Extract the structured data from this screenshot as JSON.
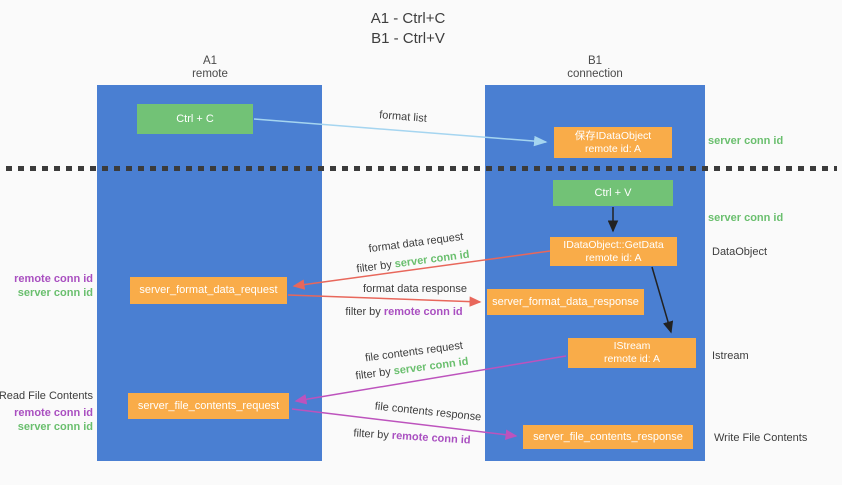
{
  "title": [
    "A1 - Ctrl+C",
    "B1 - Ctrl+V"
  ],
  "lanes": [
    {
      "name": "A1",
      "role": "remote"
    },
    {
      "name": "B1",
      "role": "connection"
    }
  ],
  "nodes": {
    "ctrl_c": {
      "label": "Ctrl + C"
    },
    "save_idataobject": {
      "title": "保存IDataObject",
      "subtitle": "remote id: A"
    },
    "ctrl_v": {
      "label": "Ctrl + V"
    },
    "getdata": {
      "title": "IDataObject::GetData",
      "subtitle": "remote id: A"
    },
    "server_format_data_request": {
      "label": "server_format_data_request"
    },
    "server_format_data_response": {
      "label": "server_format_data_response"
    },
    "istream": {
      "title": "IStream",
      "subtitle": "remote id: A"
    },
    "server_file_contents_request": {
      "label": "server_file_contents_request"
    },
    "server_file_contents_response": {
      "label": "server_file_contents_response"
    }
  },
  "edges": {
    "format_list": {
      "label": "format list"
    },
    "format_data_request": {
      "label": "format data request",
      "filter_prefix": "filter by",
      "filter_key": "server conn id"
    },
    "format_data_response": {
      "label": "format data response",
      "filter_prefix": "filter by",
      "filter_key": "remote conn id"
    },
    "file_contents_request": {
      "label": "file contents request",
      "filter_prefix": "filter by",
      "filter_key": "server conn id"
    },
    "file_contents_response": {
      "label": "file contents response",
      "filter_prefix": "filter by",
      "filter_key": "remote conn id"
    }
  },
  "annotations": {
    "left_format_remote": "remote conn id",
    "left_format_server": "server conn id",
    "read_file_contents": "Read File Contents",
    "left_file_remote": "remote conn id",
    "left_file_server": "server conn id",
    "right_save_server": "server conn id",
    "right_paste_server": "server conn id",
    "dataobject": "DataObject",
    "istream": "Istream",
    "write_file_contents": "Write File Contents"
  },
  "colors": {
    "lane_blue": "#4a7fd2",
    "action_green": "#72c276",
    "message_orange": "#f9ac49",
    "arrow_light_blue": "#a5d5f0",
    "arrow_red": "#e8675b",
    "arrow_magenta": "#bd53bd",
    "arrow_black": "#222222",
    "text_green": "#6abf6e",
    "text_purple": "#a94fc0",
    "text_dark": "#3d3d3d",
    "background": "#fafafa"
  }
}
